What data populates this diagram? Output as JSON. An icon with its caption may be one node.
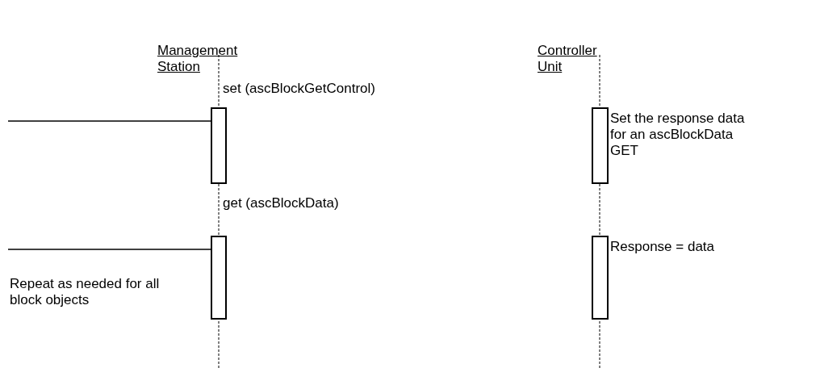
{
  "diagram": {
    "nodes": [
      {
        "text": [
          "Management Station"
        ]
      },
      {
        "text": [
          "Controller Unit"
        ]
      },
      {
        "text": [],
        "shape": "bar"
      },
      {
        "text": [],
        "shape": "bar",
        "beside": [
          "Set the response data for an ascBlockData GET"
        ]
      },
      {
        "text": [],
        "shape": "bar"
      },
      {
        "text": [],
        "shape": "bar",
        "beside": [
          "Response = data"
        ]
      }
    ],
    "edges": [
      {
        "from": null,
        "to": 2,
        "arrow": "none"
      },
      {
        "from": null,
        "to": 4,
        "arrow": "none"
      }
    ],
    "labels": [
      "set (ascBlockGetControl)",
      "get (ascBlockData)",
      "Repeat as needed for all block objects"
    ]
  }
}
